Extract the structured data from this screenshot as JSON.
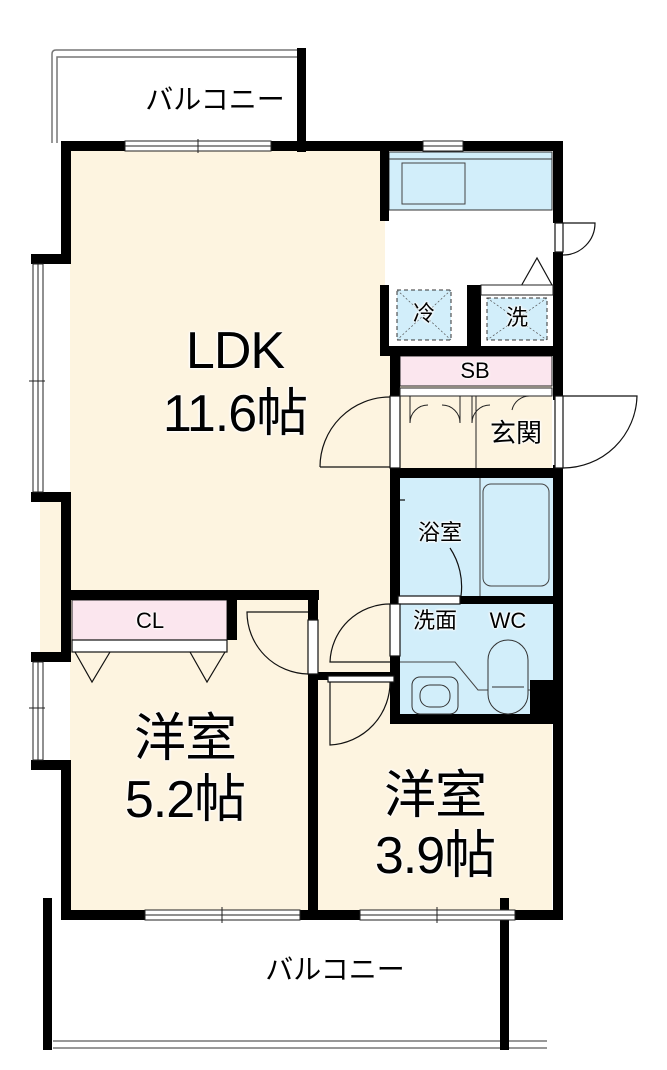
{
  "colors": {
    "room_fill": "#fdf4e0",
    "wet_fill": "#d2eefa",
    "storage_fill": "#fbe6ee",
    "wall": "#000000",
    "background": "#ffffff"
  },
  "balconies": {
    "top": {
      "label": "バルコニー"
    },
    "bottom": {
      "label": "バルコニー"
    }
  },
  "rooms": {
    "ldk": {
      "name": "LDK",
      "size": "11.6帖"
    },
    "western_left": {
      "name": "洋室",
      "size": "5.2帖"
    },
    "western_right": {
      "name": "洋室",
      "size": "3.9帖"
    },
    "bathroom": {
      "name": "浴室"
    },
    "washroom": {
      "name": "洗面"
    },
    "toilet": {
      "name": "WC"
    },
    "entrance": {
      "name": "玄関"
    },
    "shoe_box": {
      "name": "SB"
    },
    "closet": {
      "name": "CL"
    }
  },
  "fixtures": {
    "fridge": {
      "label": "冷"
    },
    "washer": {
      "label": "洗"
    }
  }
}
